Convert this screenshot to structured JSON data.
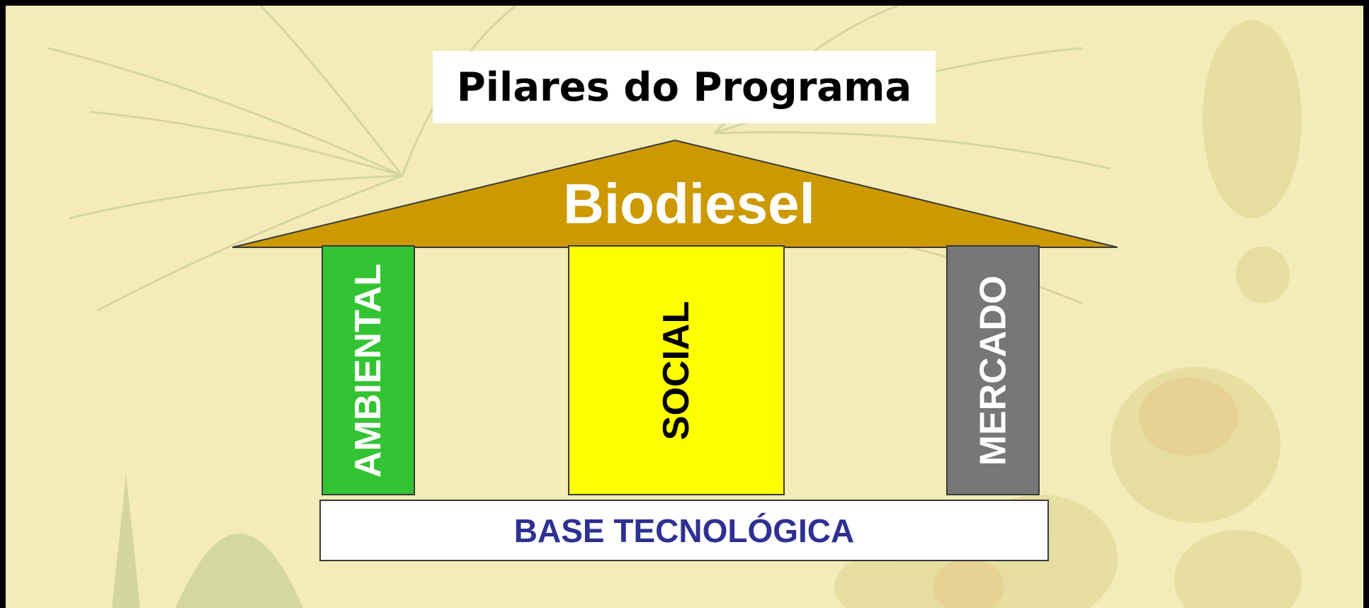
{
  "title": "Pilares do Programa",
  "roof": {
    "label": "Biodiesel",
    "color": "#cc9900"
  },
  "pillars": [
    {
      "label": "AMBIENTAL",
      "color": "#33c433",
      "text_color": "#ffffff"
    },
    {
      "label": "SOCIAL",
      "color": "#ffff00",
      "text_color": "#000000"
    },
    {
      "label": "MERCADO",
      "color": "#777777",
      "text_color": "#ffffff"
    }
  ],
  "base": {
    "label": "BASE TECNOLÓGICA",
    "text_color": "#2e3192"
  },
  "background": {
    "color": "#f3ecb8",
    "frame_color": "#000000"
  }
}
